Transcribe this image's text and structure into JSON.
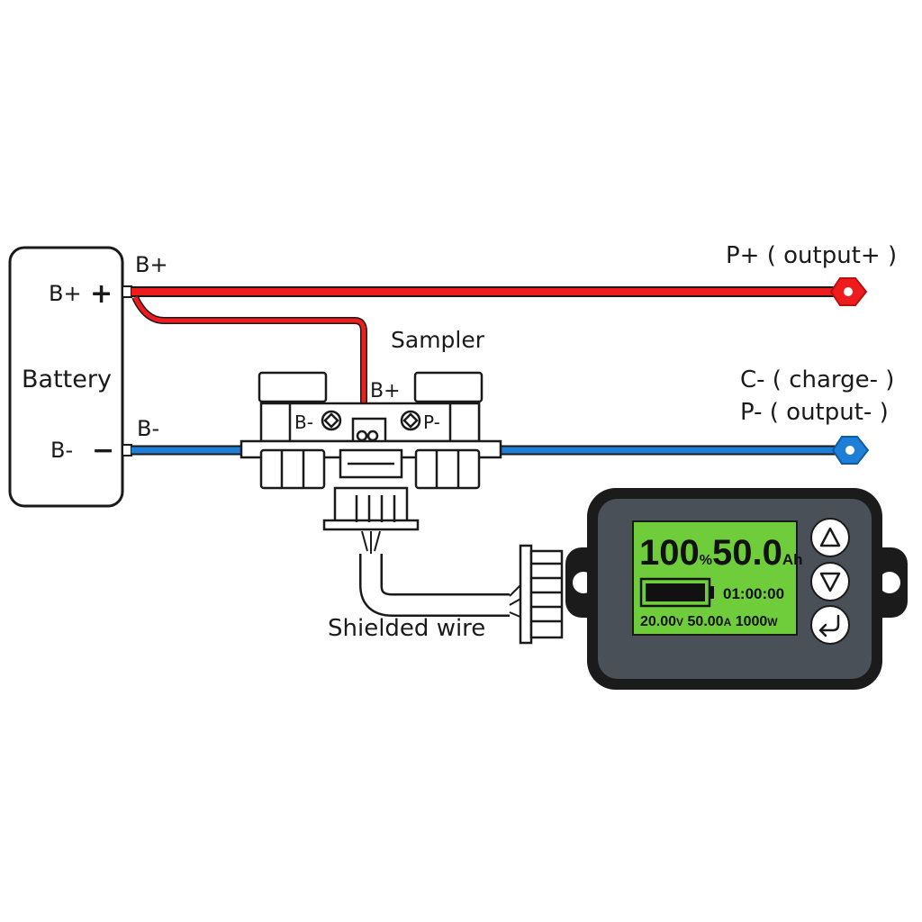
{
  "colors": {
    "positive_wire": "#ee1c1c",
    "negative_wire": "#1f7fd6",
    "meter_body": "#4a5058",
    "lcd_background": "#6fcd3c",
    "outline": "#1a1a1a"
  },
  "battery": {
    "title": "Battery",
    "plus_label": "B+",
    "minus_label": "B-",
    "plus_symbol": "+",
    "minus_symbol": "−"
  },
  "wires": {
    "positive_label": "B+",
    "negative_label": "B-",
    "shielded_label": "Shielded wire"
  },
  "sampler": {
    "title": "Sampler",
    "b_plus": "B+",
    "b_minus": "B-",
    "p_minus": "P-"
  },
  "outputs": {
    "p_plus": "P+ ( output+ )",
    "c_minus": "C- ( charge- )",
    "p_minus": "P- ( output- )"
  },
  "meter": {
    "percent_value": "100",
    "percent_unit": "%",
    "capacity_value": "50.0",
    "capacity_unit": "Ah",
    "battery_level": 1.0,
    "time": "01:00:00",
    "voltage_value": "20.00",
    "voltage_unit": "V",
    "current_value": "50.00",
    "current_unit": "A",
    "power_value": "1000",
    "power_unit": "W",
    "buttons": [
      "up-arrow-icon",
      "down-arrow-icon",
      "enter-icon"
    ]
  }
}
